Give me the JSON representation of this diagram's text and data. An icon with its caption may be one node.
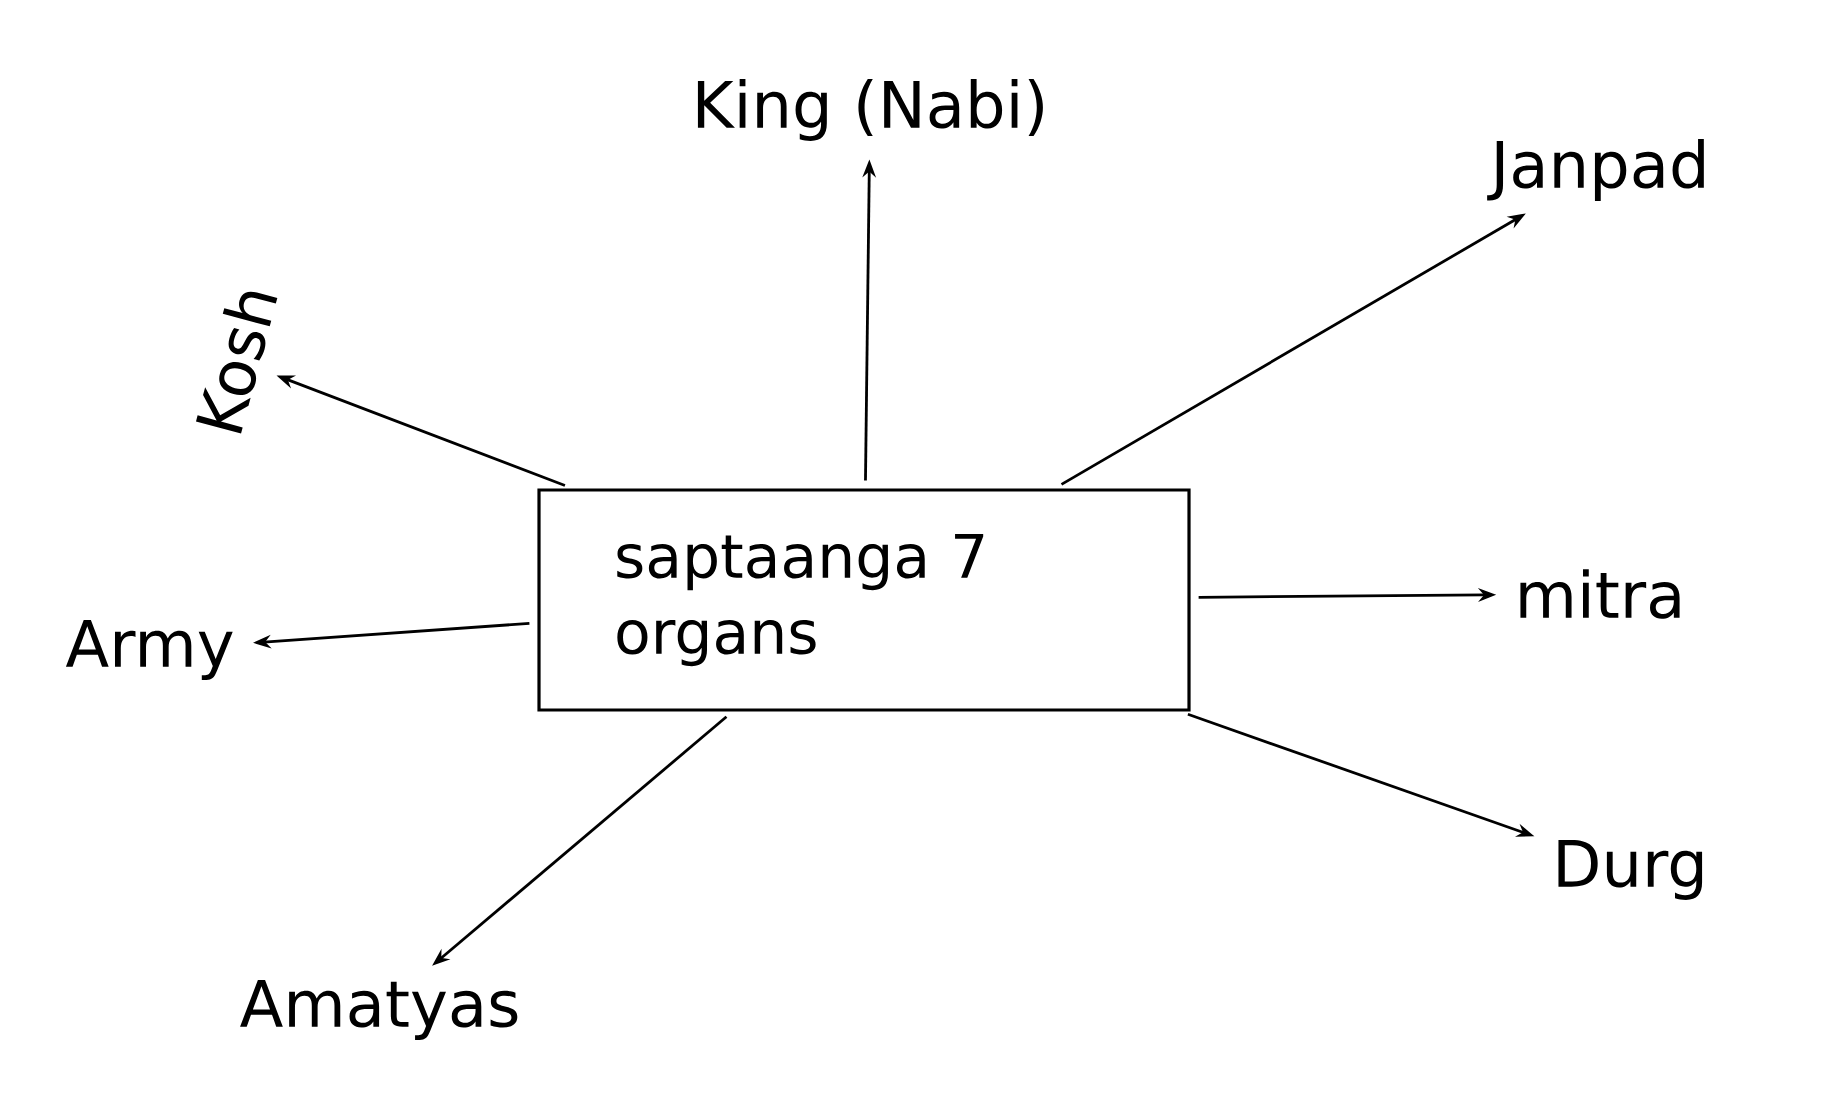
{
  "diagram": {
    "nodes": [
      {
        "text": [
          "saptaanga 7 organs"
        ]
      },
      {
        "text": [
          "King (Nabi)"
        ]
      },
      {
        "text": [
          "Janpad"
        ]
      },
      {
        "text": [
          "mitra"
        ]
      },
      {
        "text": [
          "Durg"
        ]
      },
      {
        "text": [
          "Amatyas"
        ]
      },
      {
        "text": [
          "Army"
        ]
      },
      {
        "text": [
          "Kosh"
        ]
      }
    ],
    "edges": [
      {
        "from": 0,
        "to": 1,
        "arrow": "to"
      },
      {
        "from": 0,
        "to": 2,
        "arrow": "to"
      },
      {
        "from": 0,
        "to": 3,
        "arrow": "to"
      },
      {
        "from": 0,
        "to": 4,
        "arrow": "to"
      },
      {
        "from": 0,
        "to": 5,
        "arrow": "to"
      },
      {
        "from": 0,
        "to": 6,
        "arrow": "to"
      },
      {
        "from": 0,
        "to": 7,
        "arrow": "to"
      }
    ]
  }
}
